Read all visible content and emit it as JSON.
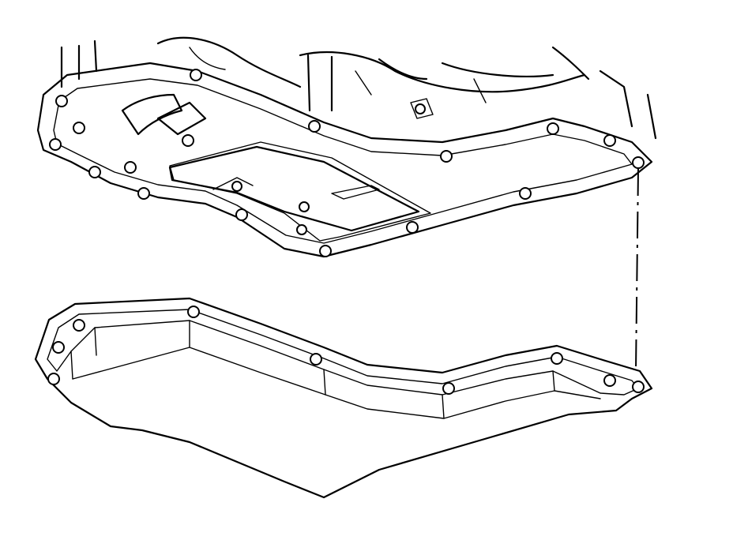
{
  "figure": {
    "subject": "transmission-oil-pan-installation",
    "icons": [
      "transmission-case",
      "valve-body",
      "oil-pan",
      "bolt-hole",
      "alignment-line"
    ]
  }
}
